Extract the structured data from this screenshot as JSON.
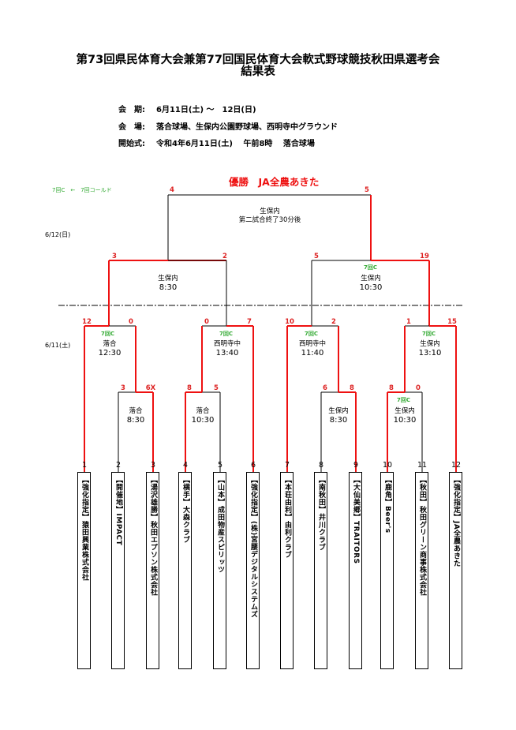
{
  "title": {
    "line1": "第73回県民体育大会兼第77回国民体育大会軟式野球競技秋田県選考会",
    "line2": "結果表"
  },
  "info": {
    "period_label": "会　期:",
    "period_value": "6月11日(土) ～　12日(日)",
    "venue_label": "会　場:",
    "venue_value": "落合球場、生保内公園野球場、西明寺中グラウンド",
    "opening_label": "開始式:",
    "opening_value": "令和4年6月11日(土)　 午前8時　 落合球場"
  },
  "legend": "7回C　←　7回コールド",
  "winner": "優勝　JA全農あきた",
  "dates": {
    "day2": "6/12(日)",
    "day1": "6/11(土)"
  },
  "final": {
    "left_score": "4",
    "right_score": "5",
    "venue": "生保内",
    "time": "第二試合終了30分後"
  },
  "semis": [
    {
      "left_score": "3",
      "right_score": "2",
      "venue": "生保内",
      "time": "8:30",
      "note": ""
    },
    {
      "left_score": "5",
      "right_score": "19",
      "venue": "生保内",
      "time": "10:30",
      "note": "7回C"
    }
  ],
  "quarters": [
    {
      "left_score": "12",
      "right_score": "0",
      "venue": "落合",
      "time": "12:30",
      "note": "7回C"
    },
    {
      "left_score": "0",
      "right_score": "7",
      "venue": "西明寺中",
      "time": "13:40",
      "note": "7回C"
    },
    {
      "left_score": "10",
      "right_score": "2",
      "venue": "西明寺中",
      "time": "11:40",
      "note": "7回C"
    },
    {
      "left_score": "1",
      "right_score": "15",
      "venue": "生保内",
      "time": "13:10",
      "note": "7回C"
    }
  ],
  "firsts": [
    {
      "left_score": "3",
      "right_score": "6X",
      "venue": "落合",
      "time": "8:30",
      "note": ""
    },
    {
      "left_score": "8",
      "right_score": "5",
      "venue": "落合",
      "time": "10:30",
      "note": ""
    },
    {
      "left_score": "6",
      "right_score": "8",
      "venue": "生保内",
      "time": "8:30",
      "note": ""
    },
    {
      "left_score": "8",
      "right_score": "0",
      "venue": "生保内",
      "time": "10:30",
      "note": "7回C"
    }
  ],
  "teams": [
    {
      "no": "1",
      "name": "【強化指定】猿田興業株式会社"
    },
    {
      "no": "2",
      "name": "【開催地】IMPACT"
    },
    {
      "no": "3",
      "name": "【湯沢雄勝】秋田エプソン株式会社"
    },
    {
      "no": "4",
      "name": "【横手】大森クラブ"
    },
    {
      "no": "5",
      "name": "【山本】成田物産スピリッツ"
    },
    {
      "no": "6",
      "name": "【強化指定】(株)宮腰デジタルシステムズ"
    },
    {
      "no": "7",
      "name": "【本荘由利】由利クラブ"
    },
    {
      "no": "8",
      "name": "【南秋田】井川クラブ"
    },
    {
      "no": "9",
      "name": "【大仙美郷】TRAITORS"
    },
    {
      "no": "10",
      "name": "【鹿角】Beer's"
    },
    {
      "no": "11",
      "name": "【秋田】秋田グリーン商事株式会社"
    },
    {
      "no": "12",
      "name": "【強化指定】JA全農あきた"
    }
  ],
  "colors": {
    "win_line": "#e11",
    "lose_line": "#000",
    "note": "#3a3"
  }
}
